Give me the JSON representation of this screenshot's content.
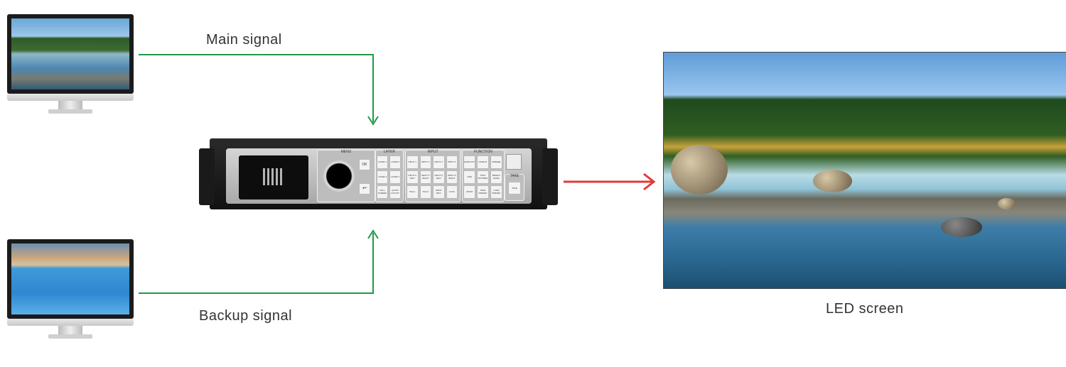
{
  "labels": {
    "main_signal": "Main signal",
    "backup_signal": "Backup signal",
    "led_screen": "LED screen"
  },
  "device": {
    "sections": {
      "menu": "MENU",
      "layer": "LAYER",
      "input": "INPUT",
      "function": "FUNCTION",
      "take": "TAKE"
    },
    "menu_buttons": [
      "OK",
      "↩"
    ],
    "layer_buttons": [
      "LAYER 1",
      "LAYER 2",
      "LAYER 3",
      "LAYER 4",
      "FULL SCREEN",
      "QUICK LAYOUT"
    ],
    "input_buttons": [
      "INPUT 1",
      "INPUT 2",
      "INPUT 3",
      "INPUT 4",
      "INPUT 5 LEFT",
      "INPUT 5 RIGHT",
      "INPUT 6 LEFT",
      "INPUT 6 RIGHT",
      "TILE 1",
      "TILE 2",
      "INPUT BUS",
      "LOCK"
    ],
    "function_buttons": [
      "FADE OUT",
      "FADE IN",
      "FREEZE",
      "ODE",
      "TEST PATTERN",
      "BRIGHT LEVEL",
      "ZOOM",
      "SAVE PRESET",
      "LOAD PRESET"
    ],
    "take_button": "TAKE"
  },
  "colors": {
    "signal_line": "#1f9a4a",
    "output_line": "#e03a3a"
  }
}
